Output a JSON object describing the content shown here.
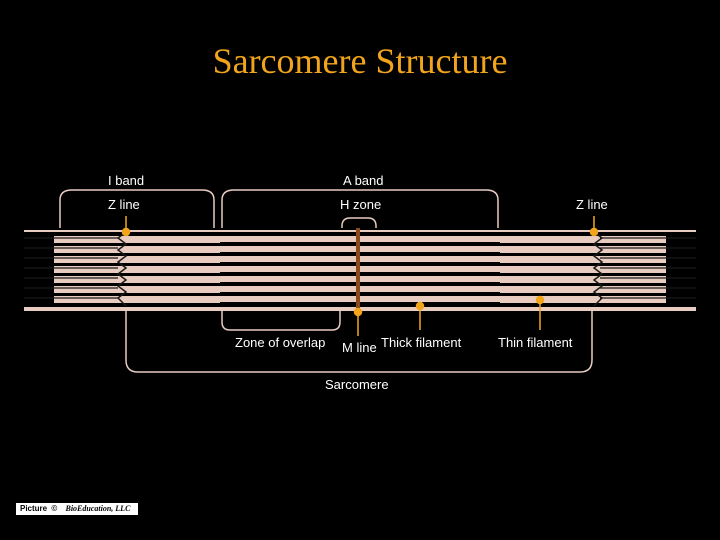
{
  "title": "Sarcomere Structure",
  "labels": {
    "i_band": "I band",
    "a_band": "A band",
    "z_line_left": "Z line",
    "h_zone": "H zone",
    "z_line_right": "Z line",
    "zone_of_overlap": "Zone of overlap",
    "m_line": "M line",
    "thick_filament": "Thick filament",
    "thin_filament": "Thin filament",
    "sarcomere": "Sarcomere"
  },
  "credit": {
    "picture": "Picture",
    "copyright": "©",
    "owner": "BioEducation, LLC"
  },
  "colors": {
    "background": "#000000",
    "title": "#f2a51c",
    "label": "#ffffff",
    "filament_fill": "#e8ccc0",
    "pointer": "#f2a51c",
    "m_line": "#8b4a1c",
    "bracket": "#e8ccc0"
  }
}
